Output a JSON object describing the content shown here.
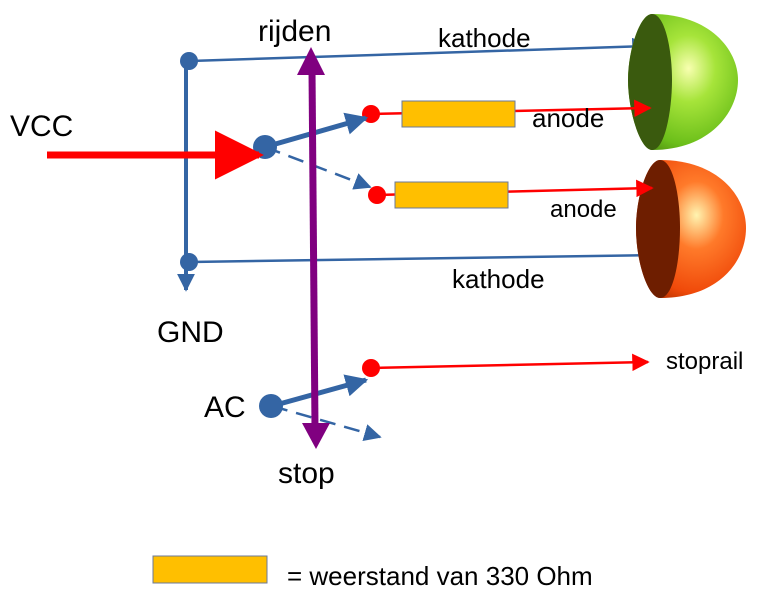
{
  "labels": {
    "vcc": "VCC",
    "gnd": "GND",
    "ac": "AC",
    "rijden": "rijden",
    "stop": "stop",
    "kathode_green": "kathode",
    "anode_green": "anode",
    "anode_red": "anode",
    "kathode_red": "kathode",
    "stoprail": "stoprail"
  },
  "legend": {
    "text": "= weerstand van 330 Ohm"
  },
  "colors": {
    "wire_blue": "#3465a4",
    "wire_red": "#ff0000",
    "switch_purple": "#800080",
    "resistor_fill": "#ffbf00",
    "resistor_stroke": "#6b7a99",
    "led_green": "#7ed321",
    "led_green_dark": "#3a5a0e",
    "led_red": "#ff5a14",
    "led_red_dark": "#6e1e00"
  }
}
